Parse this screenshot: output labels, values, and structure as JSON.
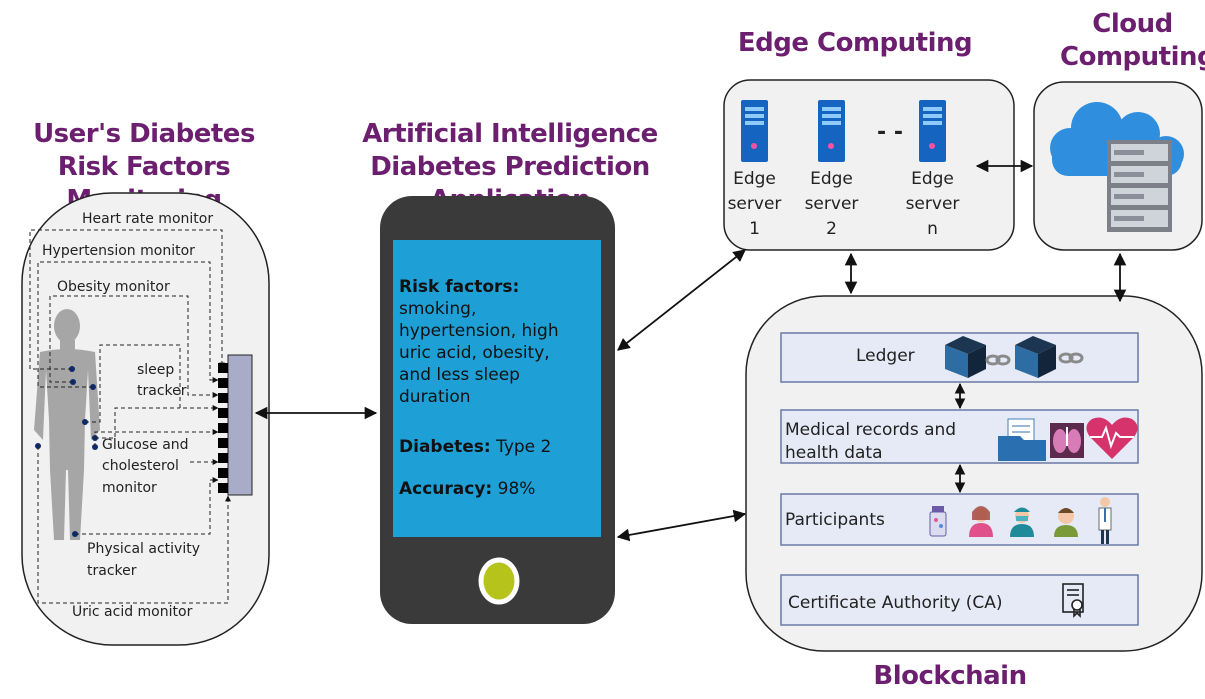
{
  "titles": {
    "monitoring": "User's Diabetes Risk Factors Monitoring",
    "ai_app": "Artificial Intelligence Diabetes Prediction Application",
    "edge": "Edge Computing",
    "cloud": "Cloud Computing",
    "blockchain": "Blockchain"
  },
  "monitors": {
    "heart_rate": "Heart rate monitor",
    "hypertension": "Hypertension monitor",
    "obesity": "Obesity monitor",
    "sleep_1": "sleep",
    "sleep_2": "tracker",
    "glucose_1": "Glucose and",
    "glucose_2": "cholesterol",
    "glucose_3": "monitor",
    "physical_1": "Physical activity",
    "physical_2": "tracker",
    "uric_acid": "Uric acid monitor"
  },
  "phone": {
    "risk_label": "Risk factors:",
    "risk_lines": [
      "smoking,",
      "hypertension, high",
      "uric acid, obesity,",
      "and less sleep",
      "duration"
    ],
    "diabetes_label": "Diabetes:",
    "diabetes_value": "Type 2",
    "accuracy_label": "Accuracy:",
    "accuracy_value": "98%"
  },
  "edge_servers": [
    {
      "line1": "Edge",
      "line2": "server",
      "line3": "1"
    },
    {
      "line1": "Edge",
      "line2": "server",
      "line3": "2"
    },
    {
      "line1": "Edge",
      "line2": "server",
      "line3": "n"
    }
  ],
  "edge_ellipsis": "- -",
  "blockchain_layers": {
    "ledger": "Ledger",
    "medical_1": "Medical records and",
    "medical_2": "health data",
    "participants": "Participants",
    "ca": "Certificate Authority (CA)"
  },
  "colors": {
    "title": "#6b1f6e",
    "screen": "#1ea0d6",
    "phone_body": "#3a3a3a",
    "home_button": "#b5c31a",
    "server": "#1565c0",
    "cloud": "#2f8fde",
    "layer_fill": "#e6eaf6",
    "layer_border": "#6a79a5"
  }
}
